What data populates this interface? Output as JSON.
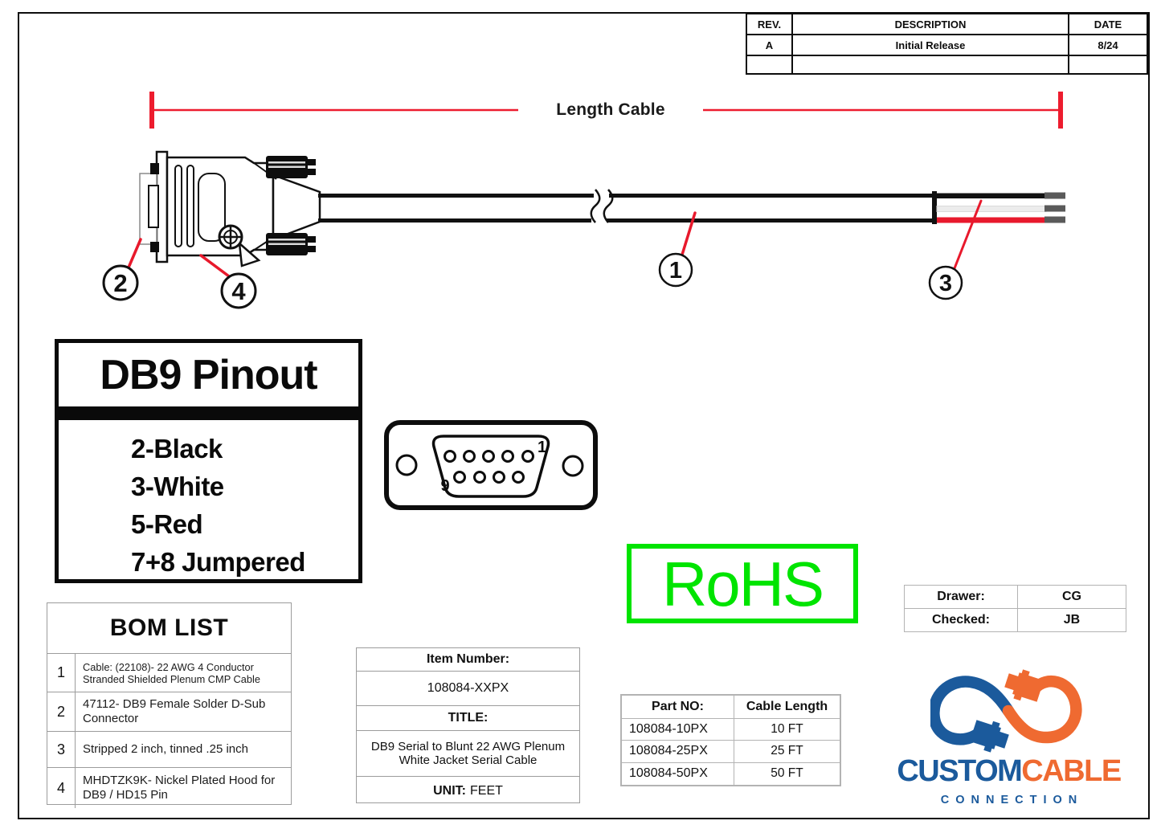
{
  "revision_table": {
    "headers": [
      "REV.",
      "DESCRIPTION",
      "DATE"
    ],
    "rows": [
      [
        "A",
        "Initial Release",
        "8/24"
      ],
      [
        "",
        "",
        ""
      ]
    ]
  },
  "dimension": {
    "label": "Length Cable"
  },
  "callouts": {
    "c1": "1",
    "c2": "2",
    "c3": "3",
    "c4": "4"
  },
  "pinout": {
    "title": "DB9 Pinout",
    "lines": [
      "2-Black",
      "3-White",
      "5-Red",
      "7+8 Jumpered"
    ]
  },
  "db9_face": {
    "pin_first": "1",
    "pin_last": "9"
  },
  "rohs": {
    "label": "RoHS"
  },
  "approval": {
    "drawer_label": "Drawer:",
    "drawer_value": "CG",
    "checked_label": "Checked:",
    "checked_value": "JB"
  },
  "bom": {
    "title": "BOM LIST",
    "rows": [
      {
        "no": "1",
        "desc": "Cable: (22108)- 22 AWG 4 Conductor Stranded Shielded Plenum CMP Cable"
      },
      {
        "no": "2",
        "desc": "47112- DB9 Female Solder D-Sub Connector"
      },
      {
        "no": "3",
        "desc": "Stripped 2 inch, tinned .25 inch"
      },
      {
        "no": "4",
        "desc": "MHDTZK9K- Nickel Plated Hood for DB9 / HD15 Pin"
      }
    ]
  },
  "item_box": {
    "item_number_label": "Item Number:",
    "item_number": "108084-XXPX",
    "title_label": "TITLE:",
    "title": "DB9 Serial to Blunt 22 AWG Plenum White Jacket Serial Cable",
    "unit_label": "UNIT:",
    "unit_value": "FEET"
  },
  "part_table": {
    "headers": [
      "Part NO:",
      "Cable Length"
    ],
    "rows": [
      [
        "108084-10PX",
        "10 FT"
      ],
      [
        "108084-25PX",
        "25 FT"
      ],
      [
        "108084-50PX",
        "50 FT"
      ]
    ]
  },
  "logo": {
    "custom": "CUSTOM",
    "cable": "CABLE",
    "connection": "CONNECTION"
  },
  "colors": {
    "accent_red": "#ed1c2e",
    "rohs_green": "#00e400",
    "logo_blue": "#1b5a9c",
    "logo_orange": "#ef6a31",
    "wire_black": "#111111",
    "wire_white": "#ececec",
    "wire_red": "#e8192c",
    "wire_tip_gray": "#5a5a5a"
  }
}
